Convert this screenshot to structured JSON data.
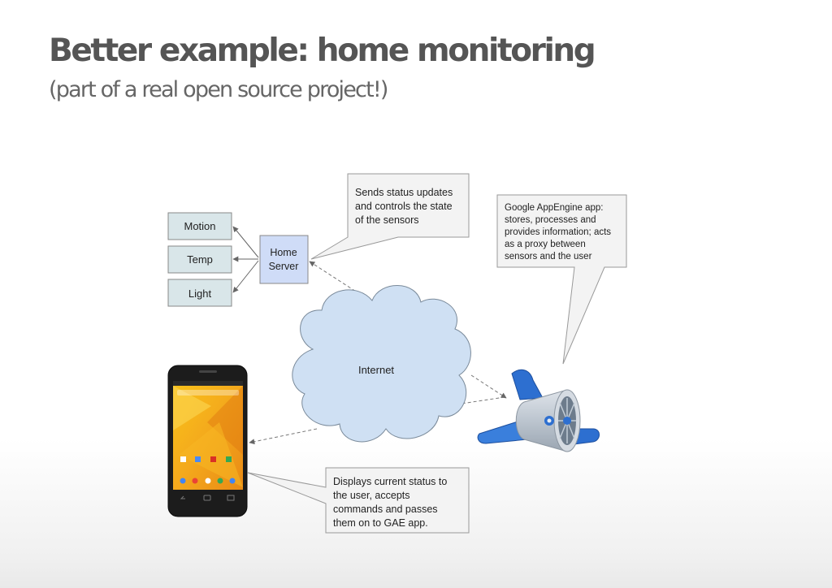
{
  "slide": {
    "title": "Better example: home monitoring",
    "subtitle": "(part of a real open source project!)"
  },
  "diagram": {
    "sensors": [
      {
        "id": "motion",
        "label": "Motion"
      },
      {
        "id": "temp",
        "label": "Temp"
      },
      {
        "id": "light",
        "label": "Light"
      }
    ],
    "home_server": {
      "line1": "Home",
      "line2": "Server"
    },
    "internet": {
      "label": "Internet"
    },
    "callouts": {
      "server": [
        "Sends status updates",
        "and controls the state",
        "of the sensors"
      ],
      "gae": [
        "Google AppEngine app:",
        "stores, processes and",
        "provides information; acts",
        "as a proxy between",
        "sensors and the user"
      ],
      "phone": [
        "Displays current status to",
        "the user, accepts",
        "commands and passes",
        "them on to GAE app."
      ]
    },
    "colors": {
      "sensor_fill": "#d9e6e9",
      "server_fill": "#cfdcf7",
      "cloud_fill": "#cfe0f3",
      "callout_fill": "#f3f3f3",
      "appengine_blue": "#2d6fd0"
    },
    "icons": {
      "phone": "android-phone-icon",
      "appengine": "app-engine-logo"
    }
  }
}
